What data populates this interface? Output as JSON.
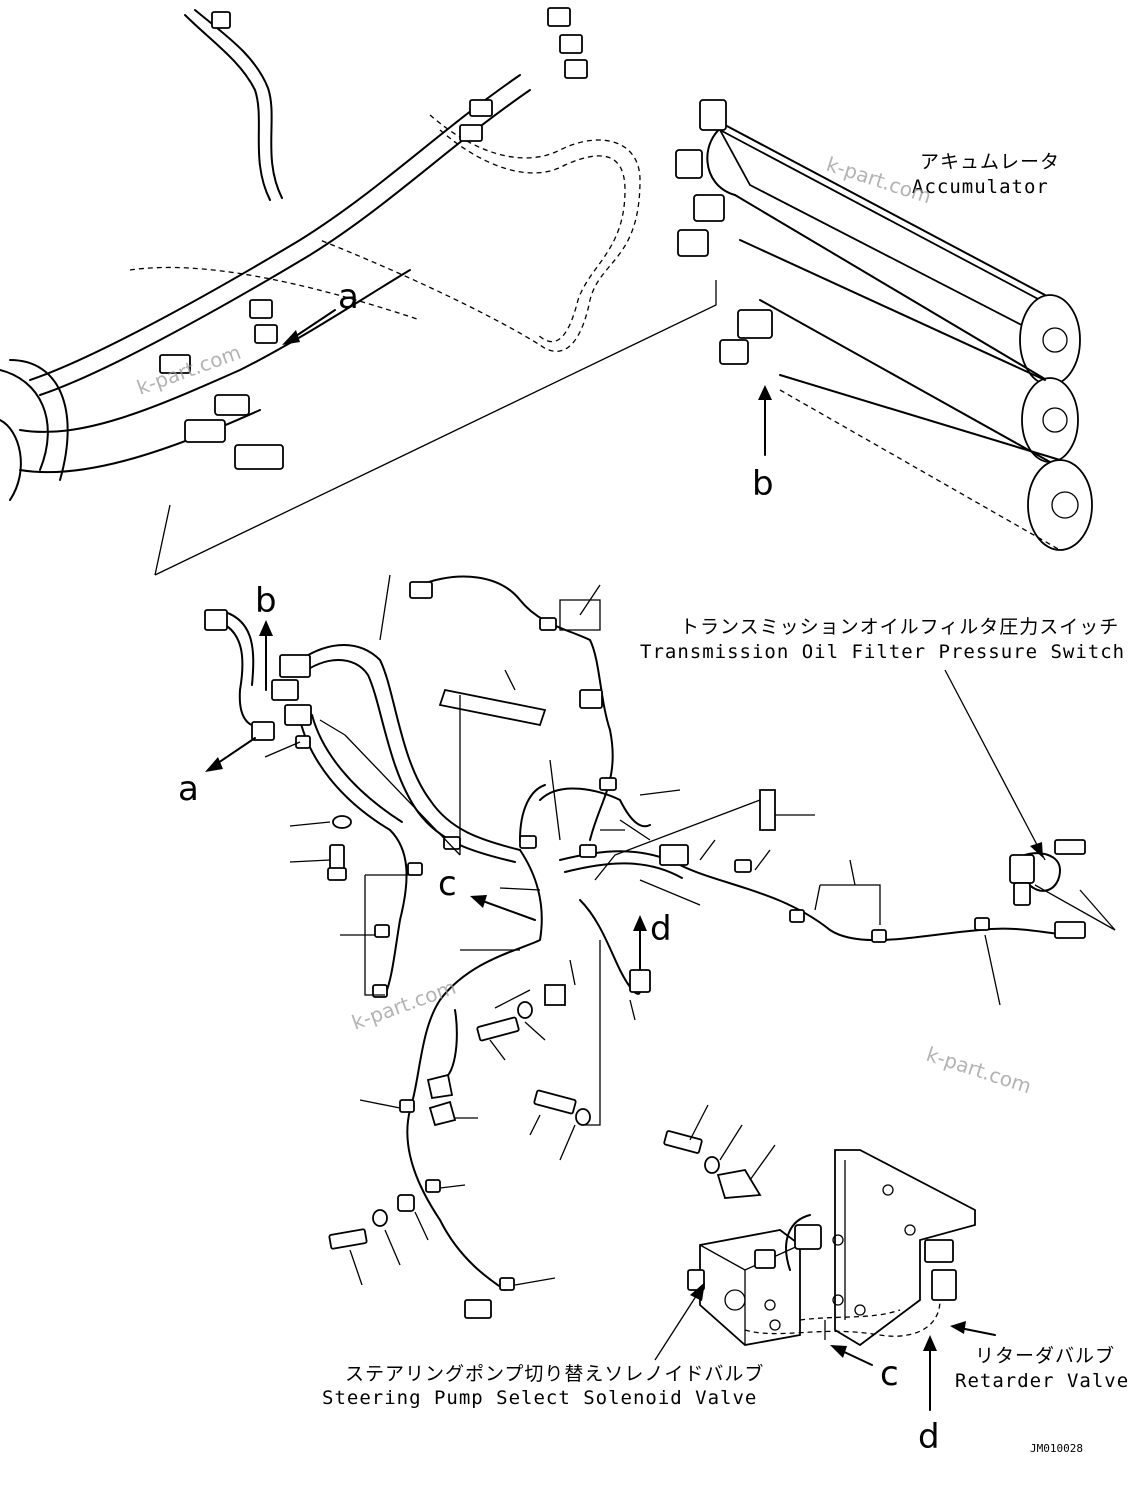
{
  "labels": {
    "accumulator_jp": "アキュムレータ",
    "accumulator_en": "Accumulator",
    "trans_switch_jp": "トランスミッションオイルフィルタ圧力スイッチ",
    "trans_switch_en": "Transmission Oil Filter Pressure Switch",
    "steering_valve_jp": "ステアリングポンプ切り替えソレノイドバルブ",
    "steering_valve_en": "Steering Pump Select Solenoid Valve",
    "retarder_jp": "リターダバルブ",
    "retarder_en": "Retarder Valve",
    "drawing_code": "JM010028"
  },
  "callouts": {
    "a_top": "a",
    "b_top": "b",
    "b_mid": "b",
    "a_mid": "a",
    "c_mid": "c",
    "d_mid": "d",
    "c_bottom": "c",
    "d_bottom": "d"
  },
  "watermarks": [
    "k-part.com",
    "k-part.com",
    "k-part.com",
    "k-part.com"
  ],
  "icons": {
    "accumulator": "cylinder",
    "connector": "connector",
    "clamp": "clamp",
    "bolt": "bolt",
    "washer": "washer",
    "pressure_switch": "sensor",
    "valve": "valve-block"
  }
}
